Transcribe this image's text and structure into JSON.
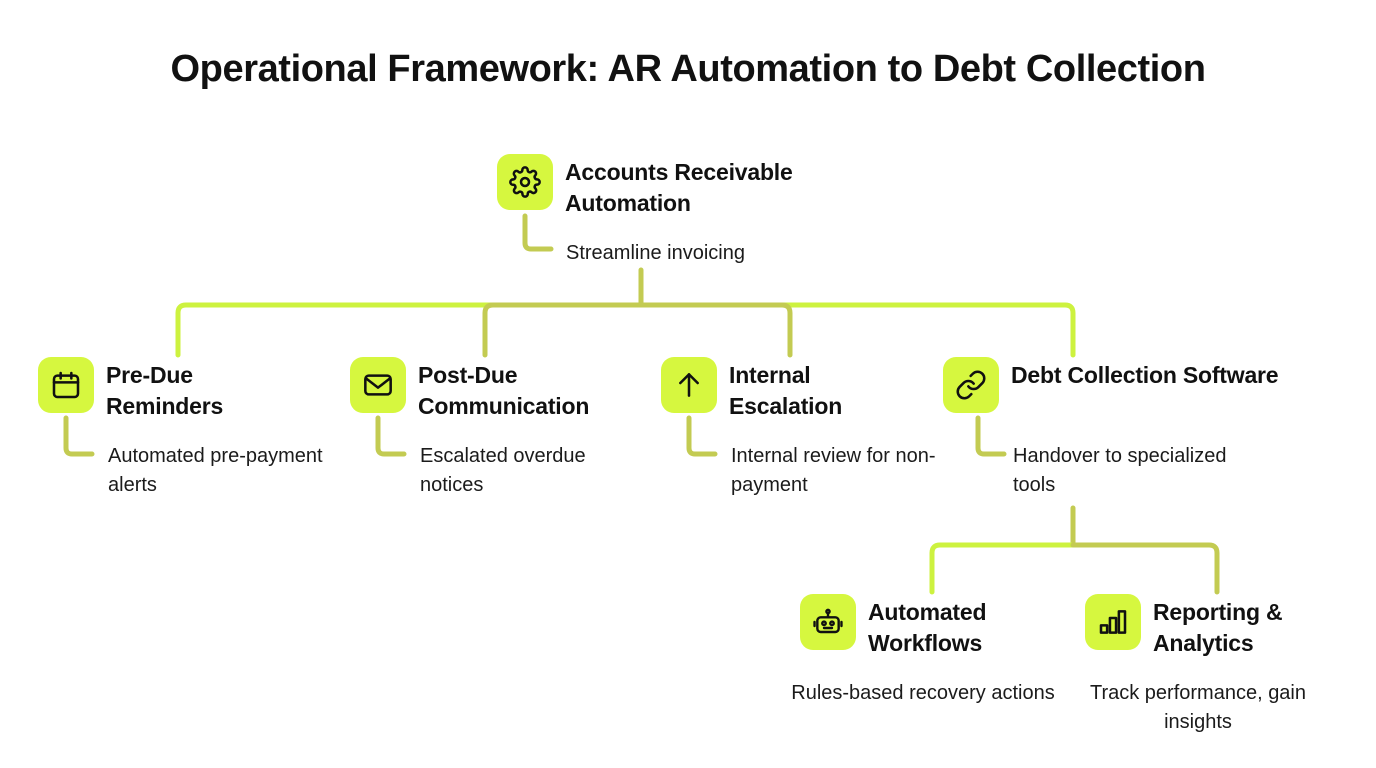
{
  "title": "Operational Framework: AR Automation to Debt Collection",
  "colors": {
    "tile_fill": "#d6f73f",
    "connector_bright": "#cdf23f",
    "connector_dim": "#c3cb52",
    "text": "#111111",
    "background": "#ffffff"
  },
  "nodes": {
    "root": {
      "icon": "gear-icon",
      "title": "Accounts Receivable Automation",
      "description": "Streamline invoicing"
    },
    "pre_due": {
      "icon": "calendar-icon",
      "title": "Pre-Due Reminders",
      "description": "Automated pre-payment alerts"
    },
    "post_due": {
      "icon": "envelope-icon",
      "title": "Post-Due Communication",
      "description": "Escalated overdue notices"
    },
    "escalation": {
      "icon": "arrow-up-icon",
      "title": "Internal Escalation",
      "description": "Internal review for non-payment"
    },
    "debt_software": {
      "icon": "link-icon",
      "title": "Debt Collection Software",
      "description": "Handover to specialized tools"
    },
    "workflows": {
      "icon": "robot-icon",
      "title": "Automated Workflows",
      "description": "Rules-based recovery actions"
    },
    "reporting": {
      "icon": "bar-chart-icon",
      "title": "Reporting & Analytics",
      "description": "Track performance, gain insights"
    }
  }
}
